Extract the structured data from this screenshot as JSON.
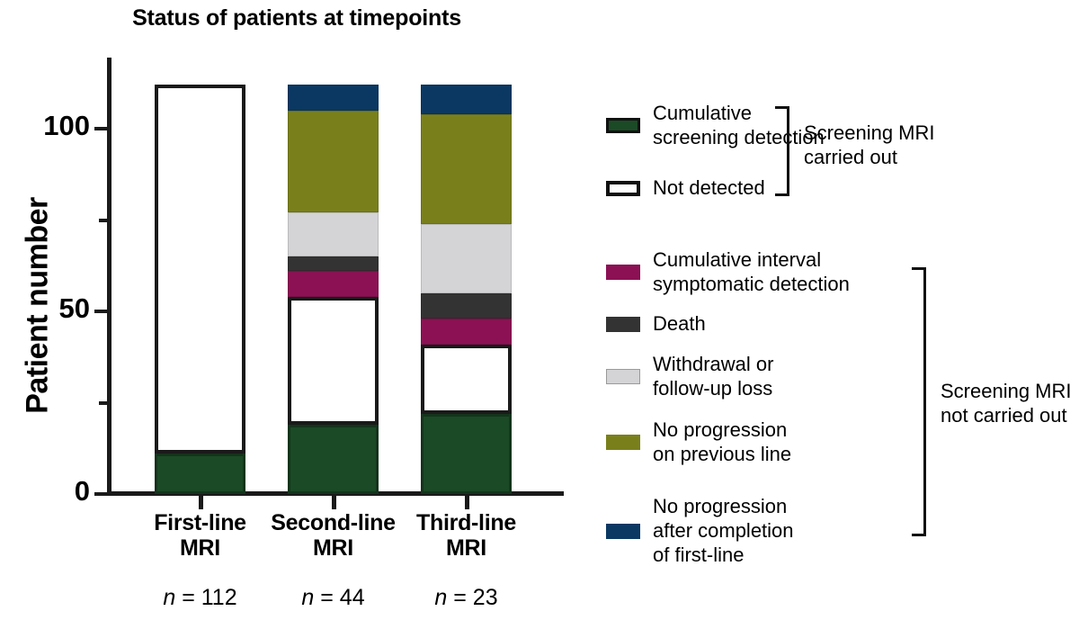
{
  "chart_data": {
    "type": "bar",
    "subtype": "stacked-bar",
    "title": "Status of patients at timepoints",
    "xlabel": "",
    "ylabel": "Patient number",
    "ylim": [
      0,
      115
    ],
    "yticks": [
      0,
      50,
      100
    ],
    "ytick_labels": [
      "0",
      "50",
      "100"
    ],
    "yticks_minor": [
      25,
      75
    ],
    "grid": false,
    "legend_position": "right",
    "categories": [
      "First-line\nMRI",
      "Second-line\nMRI",
      "Third-line\nMRI"
    ],
    "category_n": [
      "n = 112",
      "n = 44",
      "n = 23"
    ],
    "series": [
      {
        "name": "Cumulative screening detection",
        "key": "green",
        "color": "#1b4a26",
        "values": [
          11,
          19,
          22
        ]
      },
      {
        "name": "Not detected",
        "key": "white",
        "color": "#ffffff",
        "values": [
          101,
          35,
          19
        ]
      },
      {
        "name": "Cumulative interval symptomatic detection",
        "key": "magenta",
        "color": "#8c1154",
        "values": [
          0,
          7,
          7
        ]
      },
      {
        "name": "Death",
        "key": "dark",
        "color": "#333333",
        "values": [
          0,
          4,
          7
        ]
      },
      {
        "name": "Withdrawal or follow-up loss",
        "key": "grey",
        "color": "#d4d4d6",
        "values": [
          0,
          12,
          19
        ]
      },
      {
        "name": "No progression on previous line",
        "key": "olive",
        "color": "#79801b",
        "values": [
          0,
          35,
          29
        ]
      },
      {
        "name": "No progression after completion of first-line",
        "key": "navy",
        "color": "#0a3863",
        "values": [
          0,
          7,
          7
        ]
      }
    ],
    "cumulative_tops": {
      "First-line MRI": {
        "green": 11,
        "white": 112
      },
      "Second-line MRI": {
        "green": 19,
        "white": 54,
        "magenta": 61,
        "dark": 65,
        "grey": 77,
        "olive": 105,
        "navy": 112
      },
      "Third-line MRI": {
        "green": 22,
        "white": 41,
        "magenta": 48,
        "dark": 55,
        "grey": 74,
        "olive": 104,
        "navy": 112
      }
    },
    "bar_totals": [
      112,
      112,
      112
    ]
  },
  "axis": {
    "y_title": "Patient number",
    "ticks": [
      {
        "label": "100",
        "value": 100,
        "minor": false
      },
      {
        "label": "",
        "value": 75,
        "minor": true
      },
      {
        "label": "50",
        "value": 50,
        "minor": false
      },
      {
        "label": "",
        "value": 25,
        "minor": true
      },
      {
        "label": "0",
        "value": 0,
        "minor": false
      }
    ]
  },
  "categories": [
    {
      "label": "First-line\nMRI",
      "n": "n = 112",
      "n_prefix": "n",
      "n_value": "112"
    },
    {
      "label": "Second-line\nMRI",
      "n": "n = 44",
      "n_prefix": "n",
      "n_value": "44"
    },
    {
      "label": "Third-line\nMRI",
      "n": "n = 23",
      "n_prefix": "n",
      "n_value": "23"
    }
  ],
  "legend": {
    "items": [
      {
        "swatch": "green",
        "label": "Cumulative\nscreening detection",
        "group": "carried_out"
      },
      {
        "swatch": "white",
        "label": "Not detected",
        "group": "carried_out"
      },
      {
        "swatch": "magenta",
        "label": "Cumulative interval\nsymptomatic detection",
        "group": "not_carried_out"
      },
      {
        "swatch": "dark",
        "label": "Death",
        "group": "not_carried_out"
      },
      {
        "swatch": "grey",
        "label": "Withdrawal or\nfollow-up loss",
        "group": "not_carried_out"
      },
      {
        "swatch": "olive",
        "label": "No progression\non previous line",
        "group": "not_carried_out"
      },
      {
        "swatch": "navy",
        "label": "No progression\nafter completion\nof first-line",
        "group": "not_carried_out"
      }
    ],
    "groups": [
      {
        "key": "carried_out",
        "label": "Screening MRI\ncarried out"
      },
      {
        "key": "not_carried_out",
        "label": "Screening MRI\nnot carried out"
      }
    ]
  },
  "colors": {
    "green": "#1b4a26",
    "white": "#ffffff",
    "magenta": "#8c1154",
    "dark": "#333333",
    "grey": "#d4d4d6",
    "olive": "#79801b",
    "navy": "#0a3863",
    "axis": "#1a1a1a"
  }
}
